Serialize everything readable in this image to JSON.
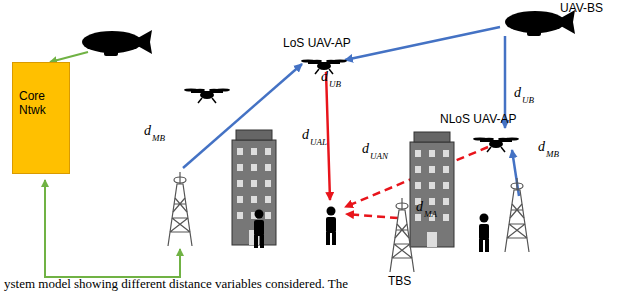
{
  "diagram": {
    "caption": "ystem model showing different distance variables considered. The",
    "nodes": [
      {
        "text": [
          "Core Ntwk"
        ]
      }
    ],
    "labels": [
      "UAV-BS",
      "LoS UAV-AP",
      "d",
      "UB",
      "d",
      "MB",
      "d",
      "UAL",
      "d",
      "UAN",
      "d",
      "UB",
      "NLoS UAV-AP",
      "d",
      "MB",
      "d",
      "MA",
      "TBS"
    ]
  }
}
